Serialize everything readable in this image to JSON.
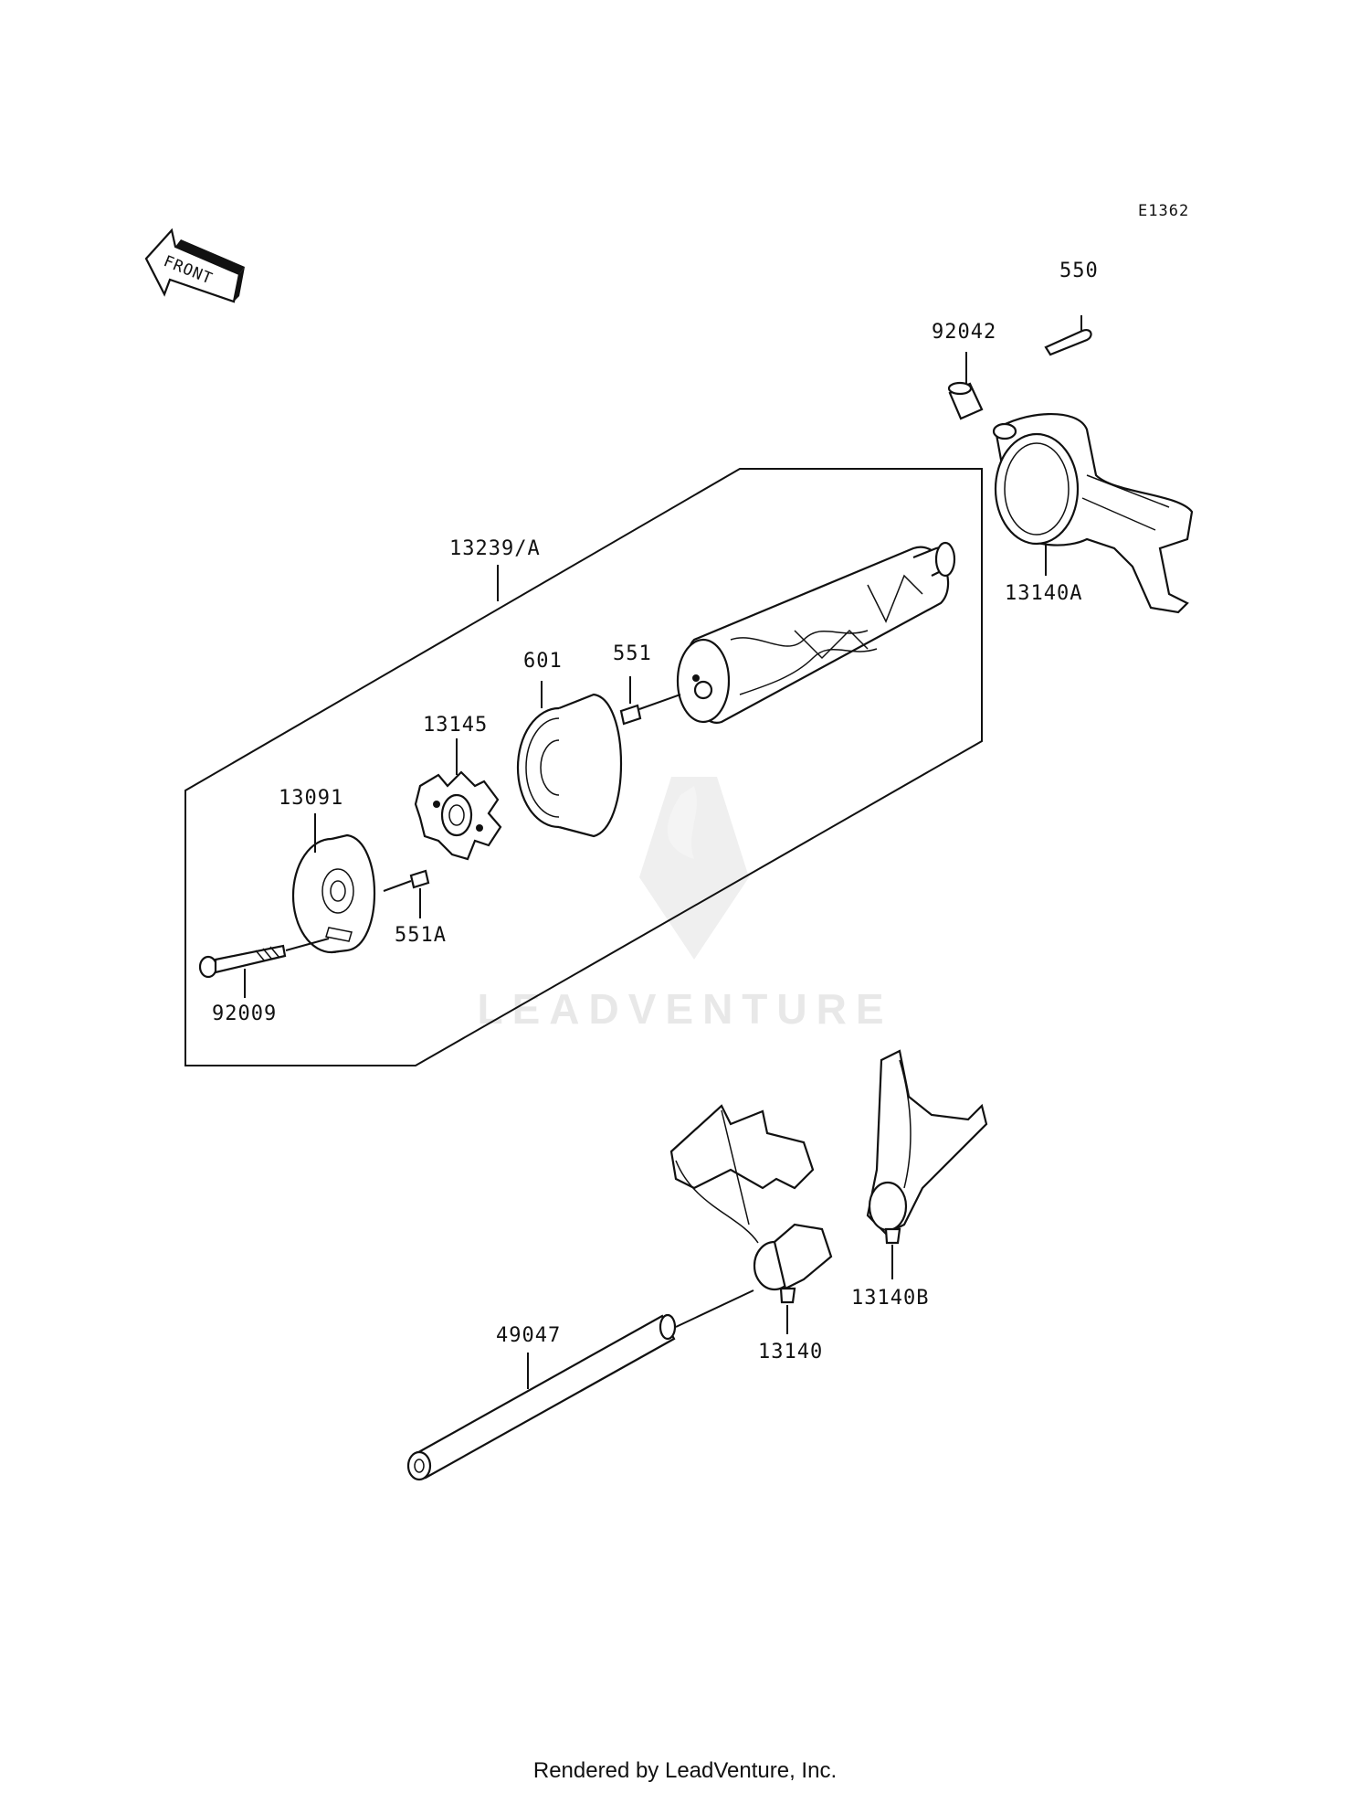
{
  "diagram": {
    "code": "E1362",
    "front_label": "FRONT",
    "watermark": "LEADVENTURE",
    "footer": "Rendered by LeadVenture, Inc.",
    "parts": {
      "p550": "550",
      "p92042": "92042",
      "p13140A": "13140A",
      "p13239A": "13239/A",
      "p551": "551",
      "p601": "601",
      "p13145": "13145",
      "p13091": "13091",
      "p551A": "551A",
      "p92009": "92009",
      "p49047": "49047",
      "p13140": "13140",
      "p13140B": "13140B"
    }
  }
}
